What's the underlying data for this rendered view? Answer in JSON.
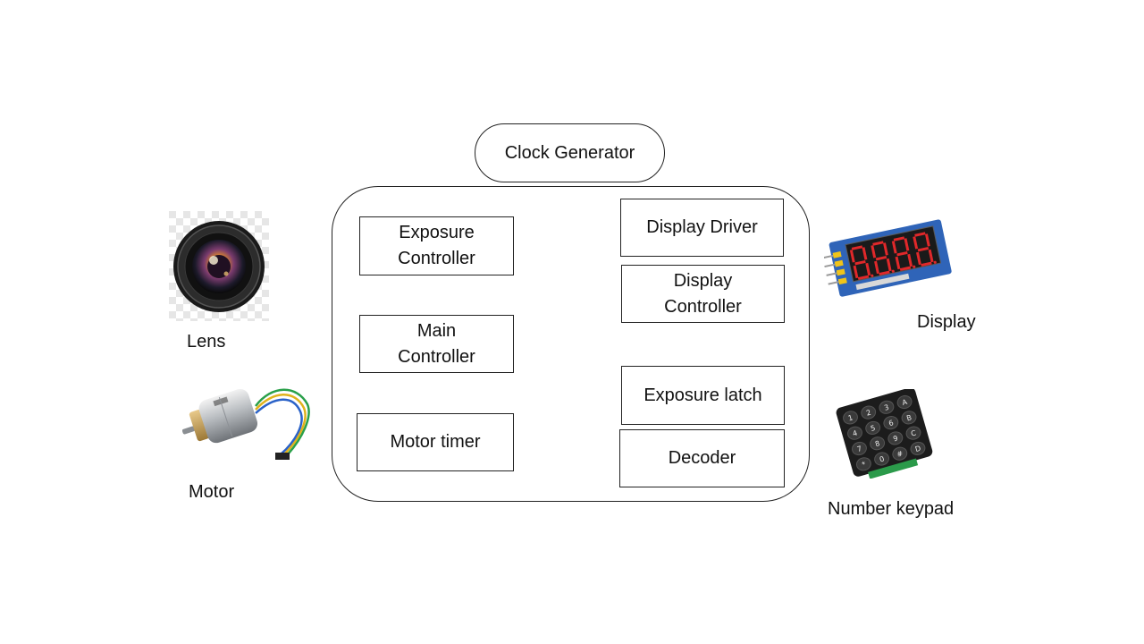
{
  "diagram": {
    "clock_generator": "Clock Generator",
    "blocks": {
      "exposure_controller": [
        "Exposure",
        "Controller"
      ],
      "main_controller": [
        "Main",
        "Controller"
      ],
      "motor_timer": "Motor timer",
      "display_driver": "Display Driver",
      "display_controller": [
        "Display",
        "Controller"
      ],
      "exposure_latch": "Exposure latch",
      "decoder": "Decoder"
    },
    "peripherals": {
      "lens": "Lens",
      "motor": "Motor",
      "display": "Display",
      "keypad": "Number keypad"
    },
    "display_digits": "8.8.8.8.",
    "keypad_keys": [
      "1",
      "2",
      "3",
      "A",
      "4",
      "5",
      "6",
      "B",
      "7",
      "8",
      "9",
      "C",
      "*",
      "0",
      "#",
      "D"
    ]
  }
}
